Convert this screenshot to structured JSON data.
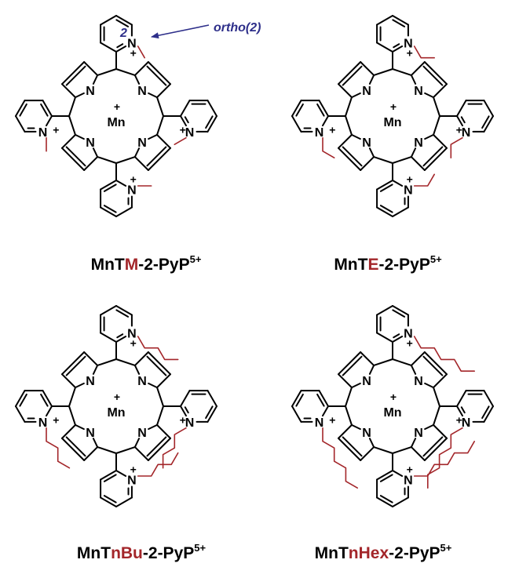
{
  "atoms": {
    "nitrogen": "N",
    "metal": "Mn",
    "charge": "+"
  },
  "annotation": {
    "label": "ortho(2)",
    "position_number": "2",
    "color": "#2e2f8a"
  },
  "colors": {
    "substituent": "#a3262a",
    "bond": "#000000"
  },
  "molecules": [
    {
      "prefix": "MnT",
      "alkyl": "M",
      "suffix": "-2-PyP",
      "charge": "5+",
      "chain_length": 1
    },
    {
      "prefix": "MnT",
      "alkyl": "E",
      "suffix": "-2-PyP",
      "charge": "5+",
      "chain_length": 2
    },
    {
      "prefix": "MnT",
      "alkyl": "nBu",
      "suffix": "-2-PyP",
      "charge": "5+",
      "chain_length": 4
    },
    {
      "prefix": "MnT",
      "alkyl": "nHex",
      "suffix": "-2-PyP",
      "charge": "5+",
      "chain_length": 6
    }
  ]
}
